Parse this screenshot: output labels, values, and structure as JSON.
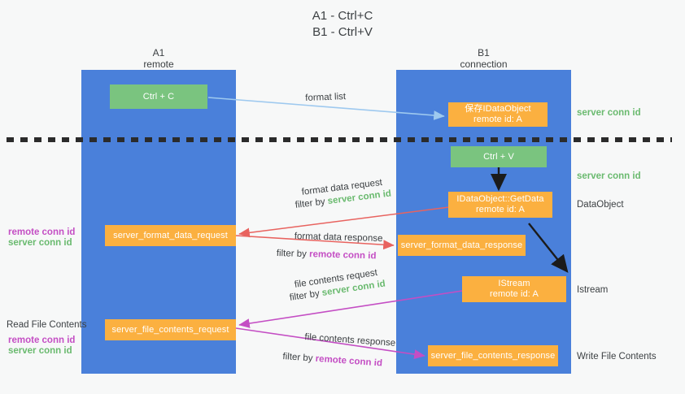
{
  "title": {
    "line1": "A1 - Ctrl+C",
    "line2": "B1 - Ctrl+V"
  },
  "columns": [
    {
      "name": "A1",
      "sub": "remote"
    },
    {
      "name": "B1",
      "sub": "connection"
    }
  ],
  "colors": {
    "panel": "#4a80da",
    "green_box": "#7ac47f",
    "orange_box": "#fbb040",
    "server_conn_id": "#6aba6f",
    "remote_conn_id": "#c44ec4",
    "arrow_blue": "#9ec9ef",
    "arrow_red": "#e8635f",
    "arrow_magenta": "#c44ec4",
    "arrow_black": "#1b1b1b",
    "background": "#f7f8f8"
  },
  "boxes": {
    "ctrl_c": {
      "line1": "Ctrl + C",
      "line2": ""
    },
    "ctrl_v": {
      "line1": "Ctrl + V",
      "line2": ""
    },
    "save_idataobject": {
      "line1": "保存IDataObject",
      "line2": "remote id: A"
    },
    "getdata": {
      "line1": "IDataObject::GetData",
      "line2": "remote id: A"
    },
    "istream": {
      "line1": "IStream",
      "line2": "remote id: A"
    },
    "server_format_data_request": {
      "line1": "server_format_data_request",
      "line2": ""
    },
    "server_format_data_response": {
      "line1": "server_format_data_response",
      "line2": ""
    },
    "server_file_contents_request": {
      "line1": "server_file_contents_request",
      "line2": ""
    },
    "server_file_contents_response": {
      "line1": "server_file_contents_response",
      "line2": ""
    }
  },
  "right_labels": {
    "server_conn_id_top": "server conn id",
    "server_conn_id_mid": "server conn id",
    "dataobject": "DataObject",
    "istream": "Istream",
    "write_file_contents": "Write File Contents"
  },
  "left_labels": {
    "remote_conn_id_1": "remote conn id",
    "server_conn_id_1": "server conn id",
    "read_file_contents": "Read File Contents",
    "remote_conn_id_2": "remote conn id",
    "server_conn_id_2": "server conn id"
  },
  "edge_labels": {
    "format_list": "format list",
    "format_data_request": "format data request",
    "format_data_request_filter_prefix": "filter by ",
    "format_data_request_filter_value": "server conn id",
    "format_data_response": "format data response",
    "format_data_response_filter_prefix": "filter by ",
    "format_data_response_filter_value": "remote conn id",
    "file_contents_request": "file contents request",
    "file_contents_request_filter_prefix": "filter by ",
    "file_contents_request_filter_value": "server conn id",
    "file_contents_response": "file contents response",
    "file_contents_response_filter_prefix": "filter by ",
    "file_contents_response_filter_value": "remote conn id"
  }
}
